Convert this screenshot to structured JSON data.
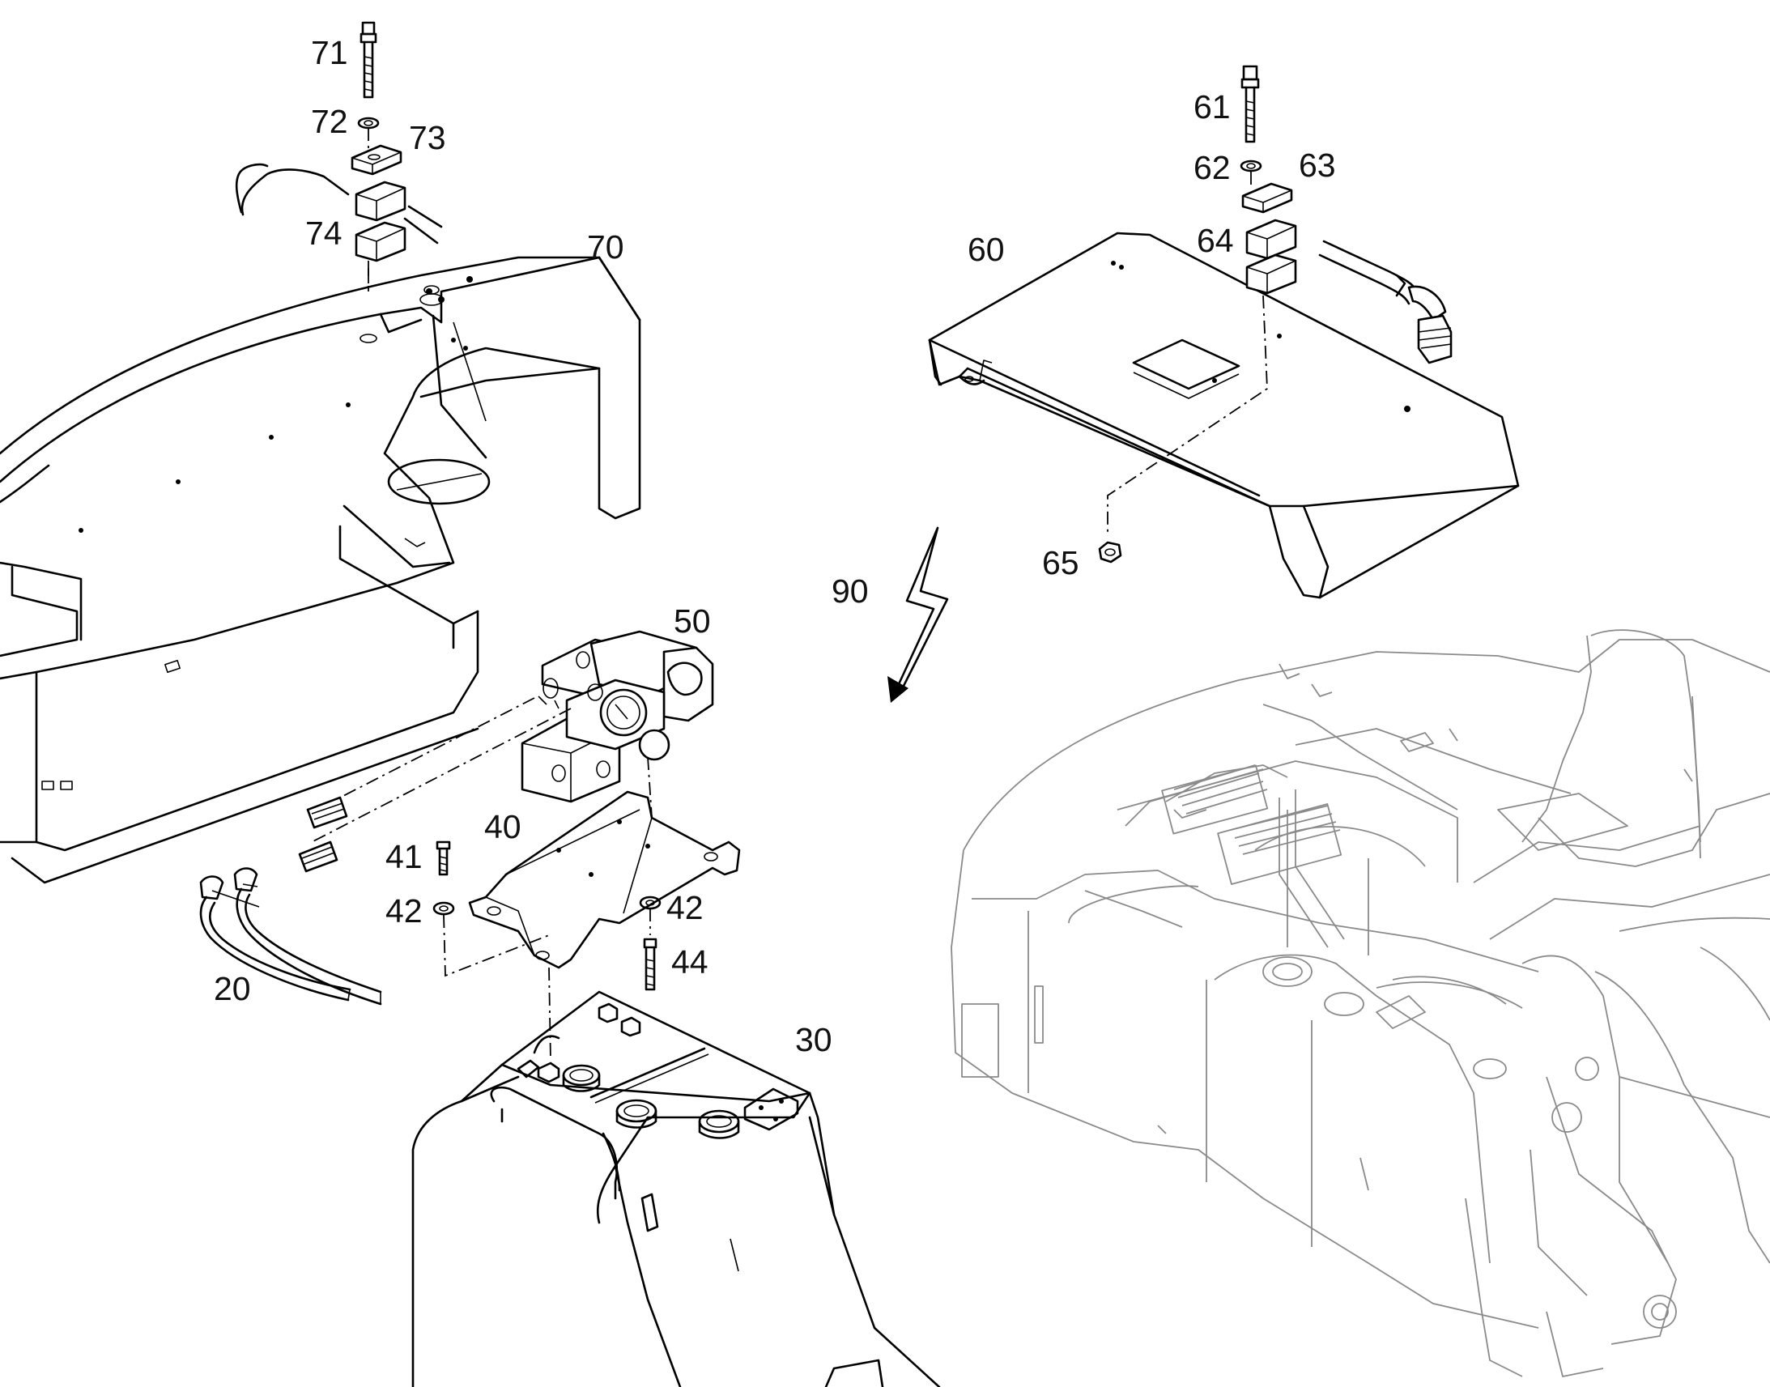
{
  "callouts": {
    "c20": "20",
    "c30": "30",
    "c40": "40",
    "c41": "41",
    "c42a": "42",
    "c42b": "42",
    "c44": "44",
    "c50": "50",
    "c60": "60",
    "c61": "61",
    "c62": "62",
    "c63": "63",
    "c64": "64",
    "c65": "65",
    "c70": "70",
    "c71": "71",
    "c72": "72",
    "c73": "73",
    "c74": "74",
    "c90": "90"
  },
  "colors": {
    "line": "#000000",
    "ghost_machine": "#8a8a8a",
    "background": "#ffffff"
  }
}
